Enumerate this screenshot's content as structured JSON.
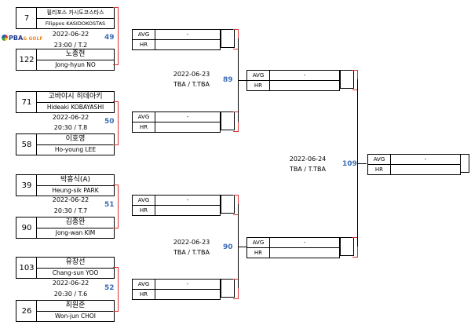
{
  "logo": {
    "main": "PBA",
    "sub": "& GOLF"
  },
  "players": [
    {
      "seed": "7",
      "kr": "필리포스 카시도코스타스",
      "en": "Filippos KASIDOKOSTAS"
    },
    {
      "seed": "122",
      "kr": "노종현",
      "en": "Jong-hyun NO"
    },
    {
      "seed": "71",
      "kr": "고바야시 히데아키",
      "en": "Hideaki KOBAYASHI"
    },
    {
      "seed": "58",
      "kr": "이호영",
      "en": "Ho-young LEE"
    },
    {
      "seed": "39",
      "kr": "박흥식(A)",
      "en": "Heung-sik PARK"
    },
    {
      "seed": "90",
      "kr": "김종완",
      "en": "Jong-wan KIM"
    },
    {
      "seed": "103",
      "kr": "유창선",
      "en": "Chang-sun YOO"
    },
    {
      "seed": "26",
      "kr": "최원준",
      "en": "Won-jun CHOI"
    }
  ],
  "r1": [
    {
      "date": "2022-06-22",
      "time": "23:00 / T.2",
      "num": "49",
      "avg": "-",
      "hr": ""
    },
    {
      "date": "2022-06-22",
      "time": "20:30 / T.8",
      "num": "50",
      "avg": "-",
      "hr": ""
    },
    {
      "date": "2022-06-22",
      "time": "20:30 / T.7",
      "num": "51",
      "avg": "-",
      "hr": ""
    },
    {
      "date": "2022-06-22",
      "time": "20:30 / T.6",
      "num": "52",
      "avg": "-",
      "hr": ""
    }
  ],
  "r2": [
    {
      "date": "2022-06-23",
      "time": "TBA / T.TBA",
      "num": "89",
      "avg": "-",
      "hr": ""
    },
    {
      "date": "2022-06-23",
      "time": "TBA / T.TBA",
      "num": "90",
      "avg": "-",
      "hr": ""
    }
  ],
  "r3": {
    "date": "2022-06-24",
    "time": "TBA / T.TBA",
    "num": "109",
    "avg": "-",
    "hr": ""
  },
  "labels": {
    "avg": "AVG",
    "hr": "HR"
  }
}
